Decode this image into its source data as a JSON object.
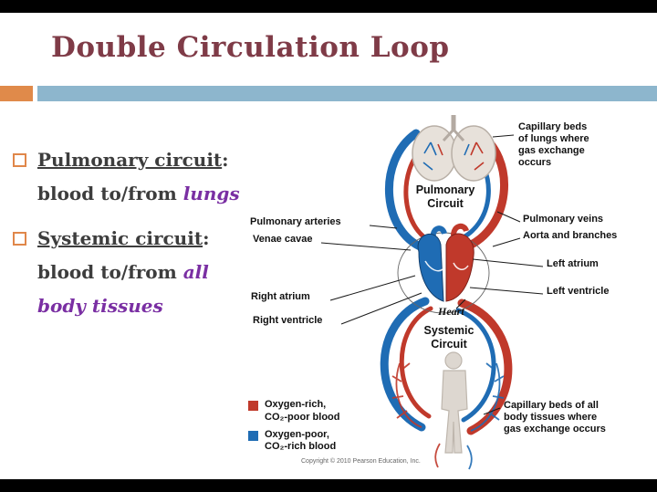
{
  "slide": {
    "title": "Double Circulation Loop",
    "bullets": [
      {
        "lead": "Pulmonary circuit",
        "colon": ": ",
        "mid": "blood to/from ",
        "highlight": "lungs"
      },
      {
        "lead": "Systemic circuit",
        "colon": ": ",
        "mid": "blood to/from ",
        "highlight": "all body tissues"
      }
    ]
  },
  "diagram": {
    "labels": {
      "capillary_lungs": "Capillary beds\nof lungs where\ngas exchange\noccurs",
      "pulmonary_circuit": "Pulmonary\nCircuit",
      "pulmonary_veins": "Pulmonary veins",
      "aorta": "Aorta and branches",
      "pulmonary_arteries": "Pulmonary arteries",
      "venae_cavae": "Venae cavae",
      "left_atrium": "Left atrium",
      "left_ventricle": "Left ventricle",
      "right_atrium": "Right atrium",
      "right_ventricle": "Right ventricle",
      "heart": "Heart",
      "systemic_circuit": "Systemic\nCircuit",
      "capillary_body": "Capillary beds of all\nbody tissues where\ngas exchange occurs"
    },
    "legend": [
      {
        "color": "#c0392b",
        "label": "Oxygen-rich,\nCO₂-poor blood"
      },
      {
        "color": "#1f6cb4",
        "label": "Oxygen-poor,\nCO₂-rich blood"
      }
    ],
    "copyright": "Copyright © 2010 Pearson Education, Inc.",
    "colors": {
      "oxygen_rich": "#c0392b",
      "oxygen_poor": "#1f6cb4"
    }
  }
}
